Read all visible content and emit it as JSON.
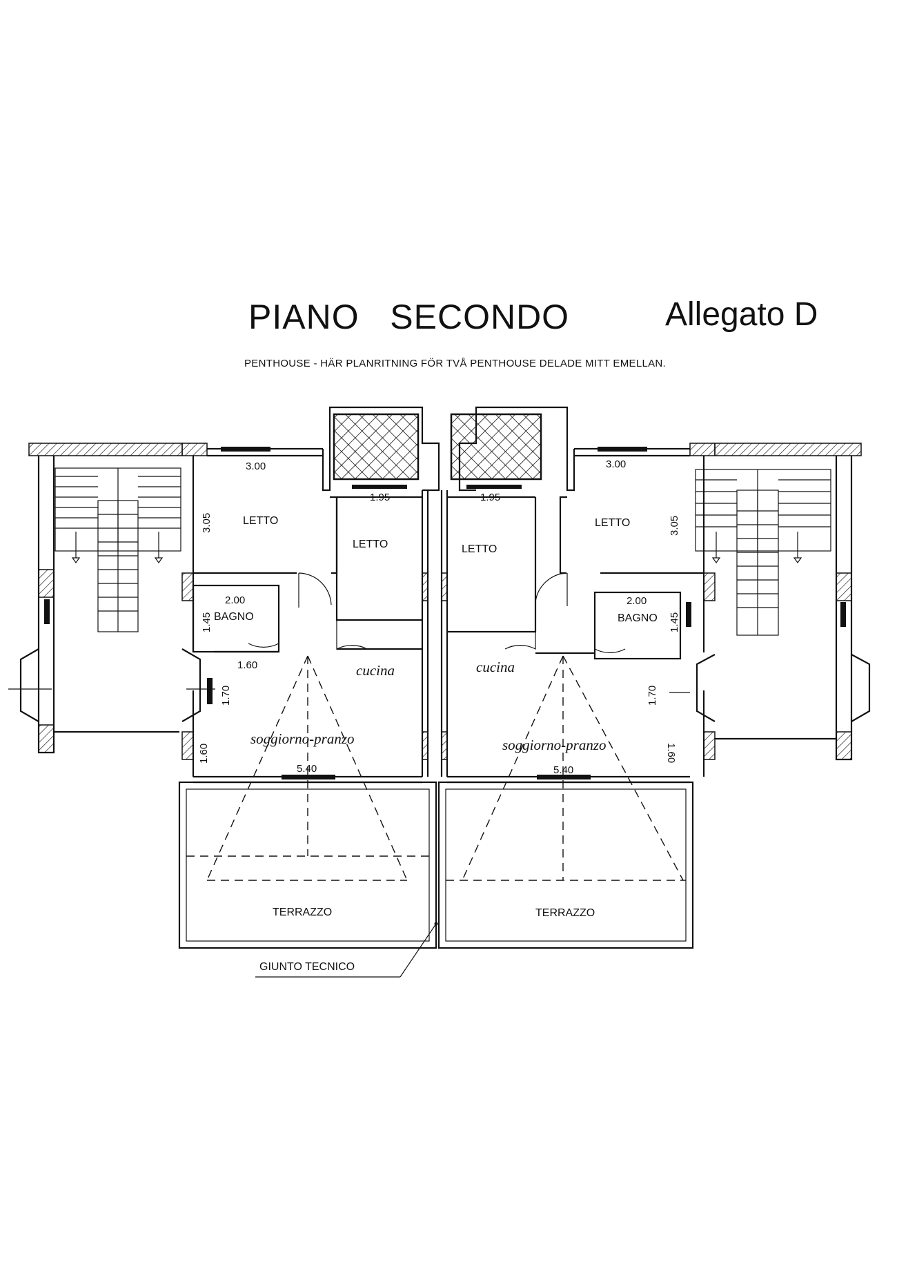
{
  "header": {
    "title": "PIANO   SECONDO",
    "annex": "Allegato D",
    "subtitle": "PENTHOUSE - HÄR PLANRITNING FÖR TVÅ PENTHOUSE DELADE MITT EMELLAN."
  },
  "plan": {
    "left_unit": {
      "bedroom_1": "LETTO",
      "bedroom_2": "LETTO",
      "bathroom": "BAGNO",
      "kitchen": "cucina",
      "living": "soggiorno-pranzo",
      "terrace": "TERRAZZO",
      "dims": {
        "letto_width": "3.00",
        "letto_depth": "3.05",
        "letto2_width": "1.95",
        "bagno_width": "2.00",
        "bagno_depth": "1.45",
        "corridor": "1.60",
        "wall_1_70": "1.70",
        "wall_1_60": "1.60",
        "living_width": "5.40"
      }
    },
    "right_unit": {
      "bedroom_1": "LETTO",
      "bedroom_2": "LETTO",
      "bathroom": "BAGNO",
      "kitchen": "cucina",
      "living": "soggiorno-pranzo",
      "terrace": "TERRAZZO",
      "dims": {
        "letto_width": "3.00",
        "letto_depth": "3.05",
        "letto2_width": "1.95",
        "bagno_width": "2.00",
        "bagno_depth": "1.45",
        "wall_1_70": "1.70",
        "wall_1_60": "1.60",
        "living_width": "5.40"
      }
    },
    "joint_label": "GIUNTO TECNICO"
  }
}
